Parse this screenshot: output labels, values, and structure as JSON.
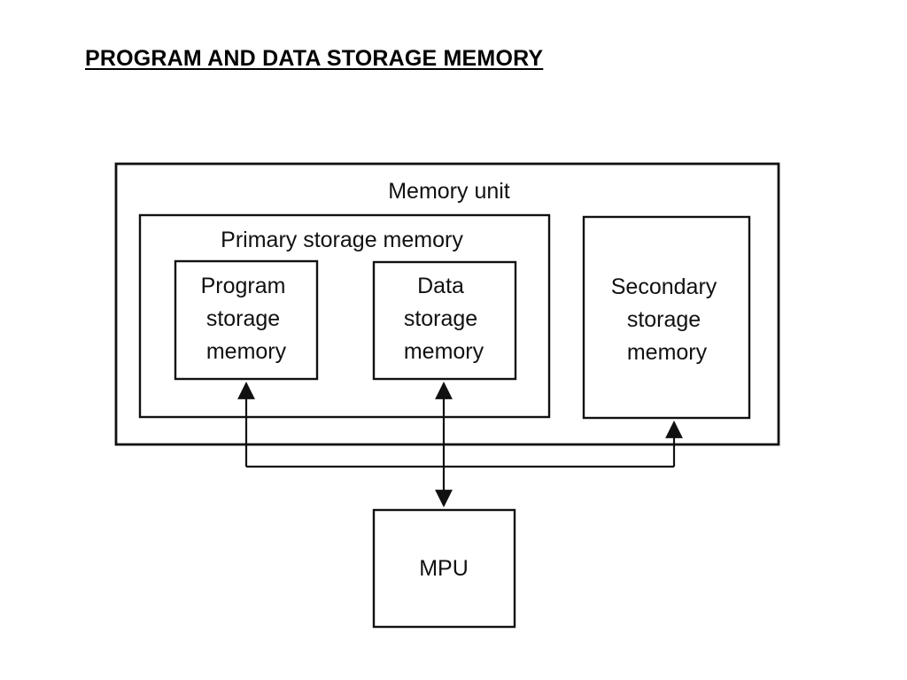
{
  "title": "PROGRAM AND DATA STORAGE MEMORY",
  "diagram": {
    "memory_unit": {
      "label": "Memory unit"
    },
    "primary_storage": {
      "label": "Primary storage memory"
    },
    "program_storage": {
      "lines": [
        "Program",
        "storage",
        "memory"
      ]
    },
    "data_storage": {
      "lines": [
        "Data",
        "storage",
        "memory"
      ]
    },
    "secondary_storage": {
      "lines": [
        "Secondary",
        "storage",
        "memory"
      ]
    },
    "mpu": {
      "label": "MPU"
    }
  }
}
